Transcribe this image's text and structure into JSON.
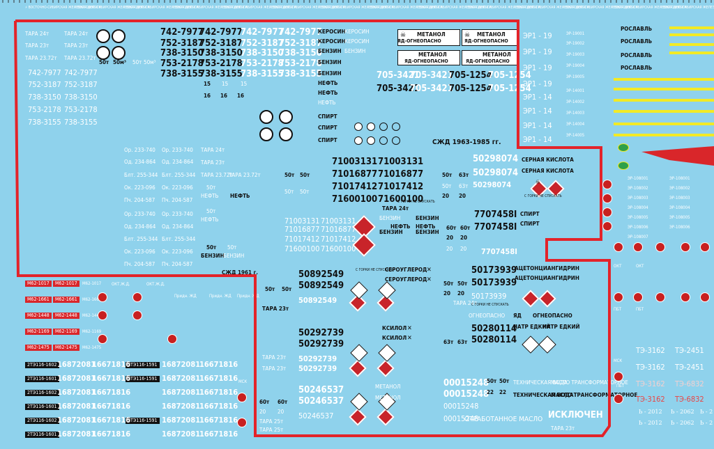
{
  "sheet": {
    "title_word": "РОСЛАВЛЬ",
    "border_color": "#e3232a",
    "background_color": "#8fd2ec"
  },
  "header_logos": [
    "ВОСТОЧНО-СИБИРСКАЯ ЖЕЛЕЗНАЯ ДОРОГА"
  ],
  "tara": {
    "t1": "ТАРА 24т",
    "t2": "ТАРА 23т",
    "t3": "ТАРА 23.72т",
    "t4": "ТАРА 25т",
    "t5": "ТАРА 23т"
  },
  "col1_white": [
    "742-7977",
    "752-3187",
    "738-3150",
    "753-2178",
    "738-3155"
  ],
  "col2_black": [
    "742-7977",
    "752-3187",
    "738-3150",
    "753-2178",
    "738-3155"
  ],
  "col3_white": [
    "742-7977",
    "752-3187",
    "738-3150",
    "753-2178",
    "738-3155"
  ],
  "col4_black": [
    "742-7977",
    "752-3187",
    "738-3150",
    "753-2178",
    "738-3155"
  ],
  "cargo_words": {
    "kerosin": "КЕРОСИН",
    "benzin": "БЕНЗИН",
    "neft": "НЕФТЬ",
    "spirt": "СПИРТ",
    "metanol": "МЕТАНОЛ",
    "yado": "ЯД-ОГНЕОПАСНО",
    "ognoopasno": "ОГНЕОПАСНО",
    "yad": "ЯД"
  },
  "numbers_705": [
    "705-3421",
    "705-1254",
    "705-3421",
    "705-1254"
  ],
  "szd_years": "СЖД 1963-1985 гг.",
  "szd_1961": "СЖД 1961 г.",
  "er_labels": [
    "ЭР1 - 19",
    "ЭР1 - 19",
    "ЭР1 - 19",
    "ЭР1 - 19",
    "ЭР1 - 14",
    "ЭР1 - 14",
    "ЭР1 - 14",
    "ЭР1 - 14"
  ],
  "er_small": [
    "ЭР-19001",
    "ЭР-19002",
    "ЭР-19003",
    "ЭР-19004",
    "ЭР-19005",
    "ЭР-14001",
    "ЭР-14002",
    "ЭР-14003",
    "ЭР-14004",
    "ЭР-14005"
  ],
  "roslavl": [
    "РОСЛАВЛЬ",
    "РОСЛАВЛЬ",
    "РОСЛАВЛЬ",
    "РОСЛАВЛЬ"
  ],
  "depot_codes": [
    "Ор. 233-740",
    "Од. 234-864",
    "Блт. 255-344",
    "Ок. 223-096",
    "Пч. 204-587"
  ],
  "neft_50t": [
    "50т",
    "НЕФТЬ"
  ],
  "big_numbers_710": [
    "71003131",
    "71016877",
    "71017412",
    "71600100"
  ],
  "big_numbers_502": [
    "50298074",
    "50298074",
    "50298074"
  ],
  "sernaya": [
    "СЕРНАЯ КИСЛОТА",
    "СЕРНАЯ КИСЛОТА"
  ],
  "s_gorki": "С ГОРКИ НЕ СПУСКАТЬ",
  "num_770": [
    "7707458I",
    "7707458I",
    "7707458I"
  ],
  "spirt2": [
    "СПИРТ",
    "СПИРТ"
  ],
  "er_108": [
    "ЭР-108001",
    "ЭР-108002",
    "ЭР-108003",
    "ЭР-108004",
    "ЭР-108005",
    "ЭР-108006",
    "ЭР-108007"
  ],
  "m62": [
    "М62-1017",
    "М62-1661",
    "М62-1448",
    "М62-1169",
    "М62-1475"
  ],
  "m62_white": [
    "М62-1017",
    "М62-1661",
    "М62-1448",
    "М62-1169",
    "М62-1475"
  ],
  "okt": "ОКТ.Ж.Д.",
  "pridn": "Придн. ЖД",
  "te116": [
    "2ТЭ116-1602",
    "2ТЭ116-1601",
    "2ТЭ116-1602",
    "2ТЭ116-1601",
    "2ТЭ116-1602",
    "2ТЭ116-1601"
  ],
  "num_1687": [
    "16872081",
    "16671816",
    "16872081",
    "16671816"
  ],
  "te116_black": [
    "2ТЭ116-1591"
  ],
  "msk": "МСК",
  "num_5089": [
    "50892549",
    "50892549",
    "50892549"
  ],
  "serouglerod": "СЕРОУГЛЕРОД",
  "num_5029": [
    "50292739",
    "50292739",
    "50292739",
    "50292739"
  ],
  "ksilol": "КСИЛОЛ",
  "num_5024": [
    "50246537",
    "50246537",
    "50246537"
  ],
  "metanol_x": "МЕТАНОЛ",
  "num_5017": [
    "50173939",
    "50173939",
    "50173939"
  ],
  "aceton": "АЦЕТОНЦИАНГИДРИН",
  "num_5028": [
    "50280114",
    "50280114"
  ],
  "natr": "НАТР ЕДКИЙ",
  "num_0001": [
    "00015248",
    "00015248",
    "00015248"
  ],
  "tech_voda": "ТЕХНИЧЕСКАЯ ВОДА",
  "maslo": "МАСЛО ТРАНСФОРМАТОРНОЕ",
  "otrab": "ОТРАБОТАННОЕ МАСЛО",
  "isklyuchen": "ИСКЛЮЧЕН",
  "te3": [
    "ТЭ-3162",
    "ТЭ-2451",
    "ТЭ-3162",
    "ТЭ-2451",
    "ТЭ-3162",
    "ТЭ-6832",
    "ТЭ-3162",
    "ТЭ-6832"
  ],
  "b_codes": [
    "Ь - 2012",
    "Ь - 2062",
    "Ь - 2"
  ],
  "pbt": "ПБТ",
  "okt_short": "ОКТ",
  "capacity": [
    "50т",
    "60т",
    "63т",
    "20",
    "22",
    "15",
    "16"
  ],
  "volume": "50м³"
}
